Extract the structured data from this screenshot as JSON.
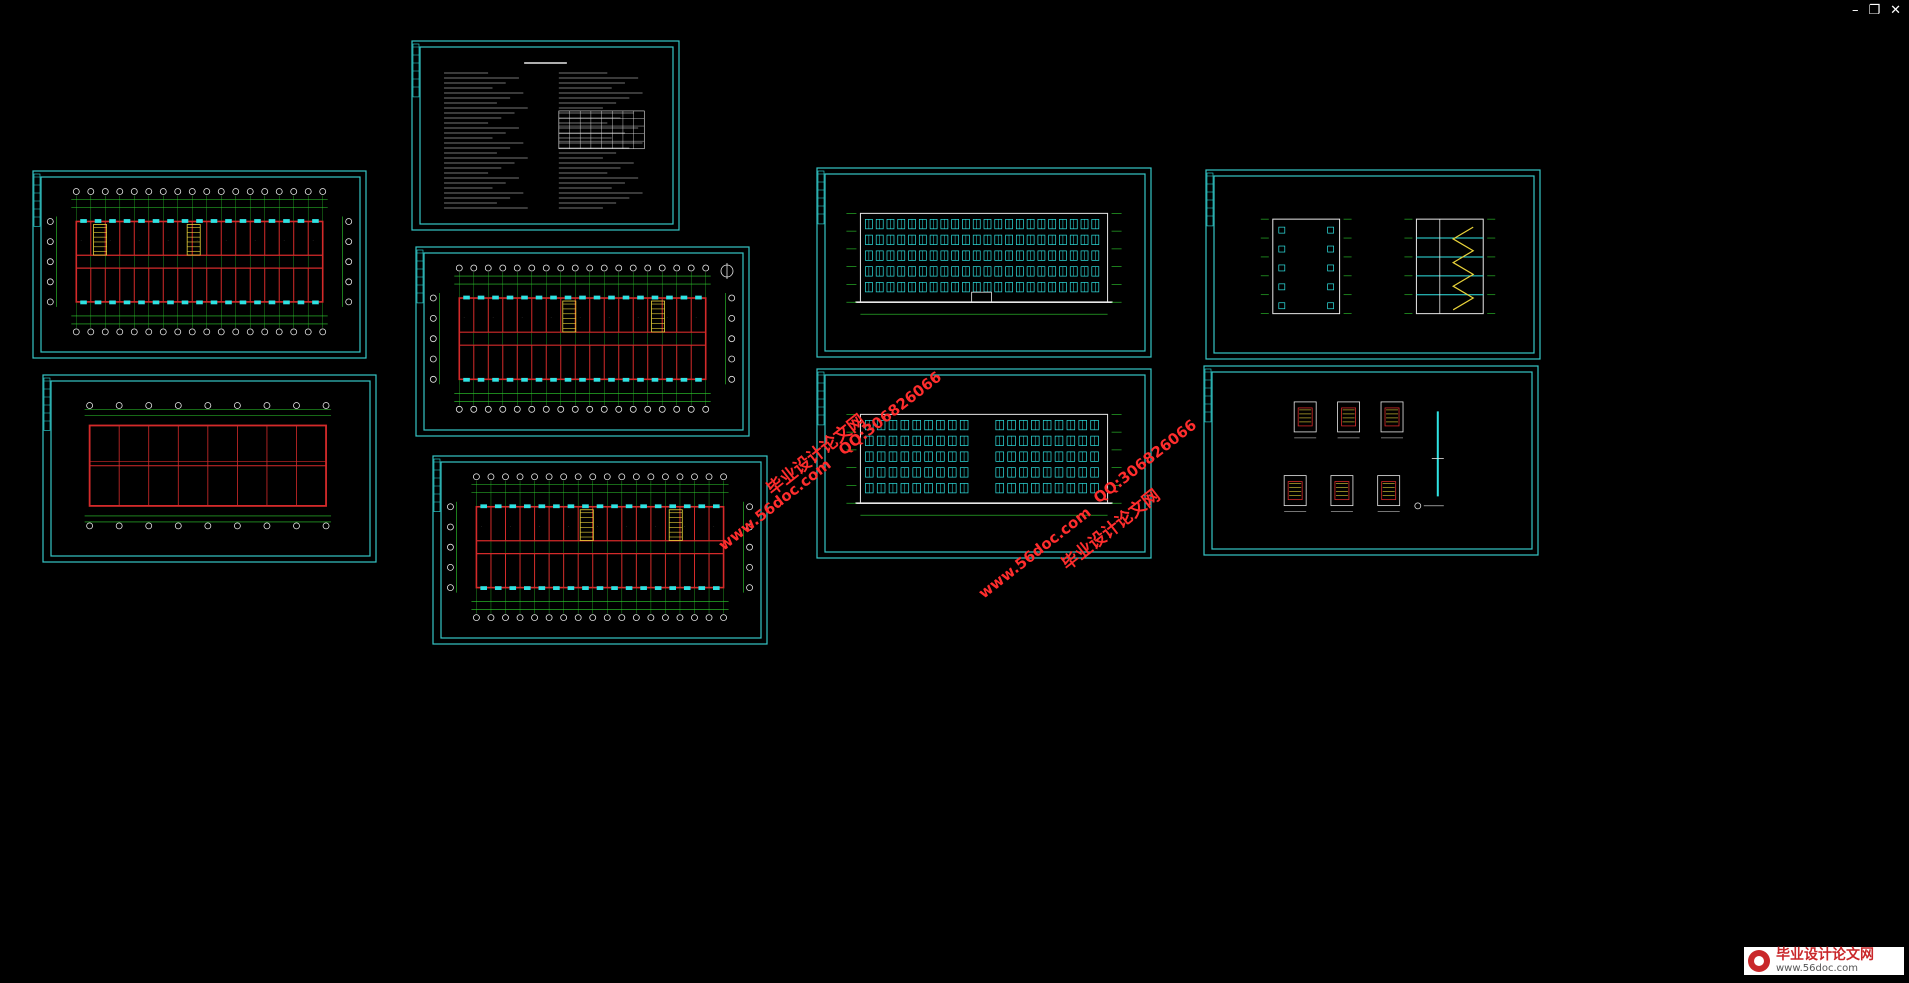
{
  "window": {
    "controls": {
      "minimize": "–",
      "restore": "❐",
      "close": "✕"
    }
  },
  "colors": {
    "background": "#000000",
    "frame": "#35c6c6",
    "wall_red": "#d42a2a",
    "dim_green": "#2fd12f",
    "window_cyan": "#2fe3e3",
    "stair_yellow": "#e8d23a",
    "text_white": "#e8e8e8",
    "watermark": "#ff2d2d"
  },
  "sheets": [
    {
      "id": "sheet-ground-floor-plan",
      "kind": "plan"
    },
    {
      "id": "sheet-roof-plan",
      "kind": "roof"
    },
    {
      "id": "sheet-design-notes",
      "kind": "notes"
    },
    {
      "id": "sheet-standard-floor-plan",
      "kind": "plan"
    },
    {
      "id": "sheet-top-floor-plan",
      "kind": "plan"
    },
    {
      "id": "sheet-south-elevation",
      "kind": "elevation"
    },
    {
      "id": "sheet-north-elevation",
      "kind": "elevation"
    },
    {
      "id": "sheet-side-elevation-section",
      "kind": "side"
    },
    {
      "id": "sheet-details",
      "kind": "details"
    }
  ],
  "watermarks": {
    "site": "www.56doc.com",
    "qq": "QQ:306826066",
    "name": "毕业设计论文网"
  },
  "logo": {
    "title": "毕业设计论文网",
    "url": "www.56doc.com"
  }
}
